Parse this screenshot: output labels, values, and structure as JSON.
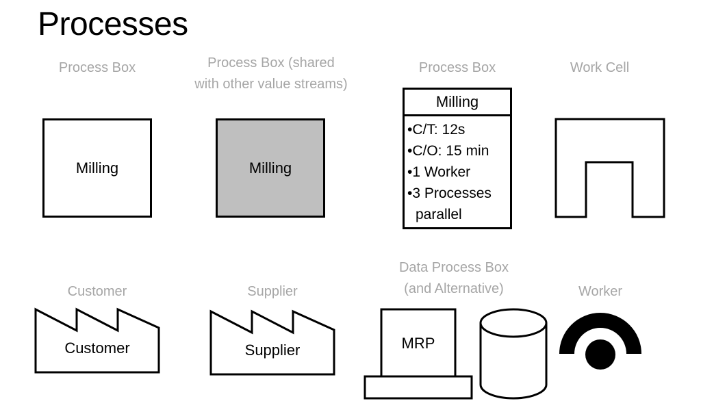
{
  "page": {
    "title": "Processes"
  },
  "colors": {
    "caption": "#a6a6a6",
    "shared_fill": "#bfbfbf",
    "stroke": "#000000"
  },
  "symbols": [
    {
      "caption": "Process Box",
      "label": "Milling"
    },
    {
      "caption_lines": [
        "Process Box (shared",
        "with other value streams)"
      ],
      "label": "Milling"
    },
    {
      "caption": "Process Box",
      "header": "Milling",
      "items": [
        "•C/T: 12s",
        "•C/O: 15 min",
        "•1 Worker",
        "•3 Processes",
        "parallel"
      ]
    },
    {
      "caption": "Work Cell"
    },
    {
      "caption": "Customer",
      "label": "Customer"
    },
    {
      "caption": "Supplier",
      "label": "Supplier"
    },
    {
      "caption_lines": [
        "Data Process Box",
        "(and Alternative)"
      ],
      "label": "MRP"
    },
    {
      "caption": "Worker"
    }
  ]
}
